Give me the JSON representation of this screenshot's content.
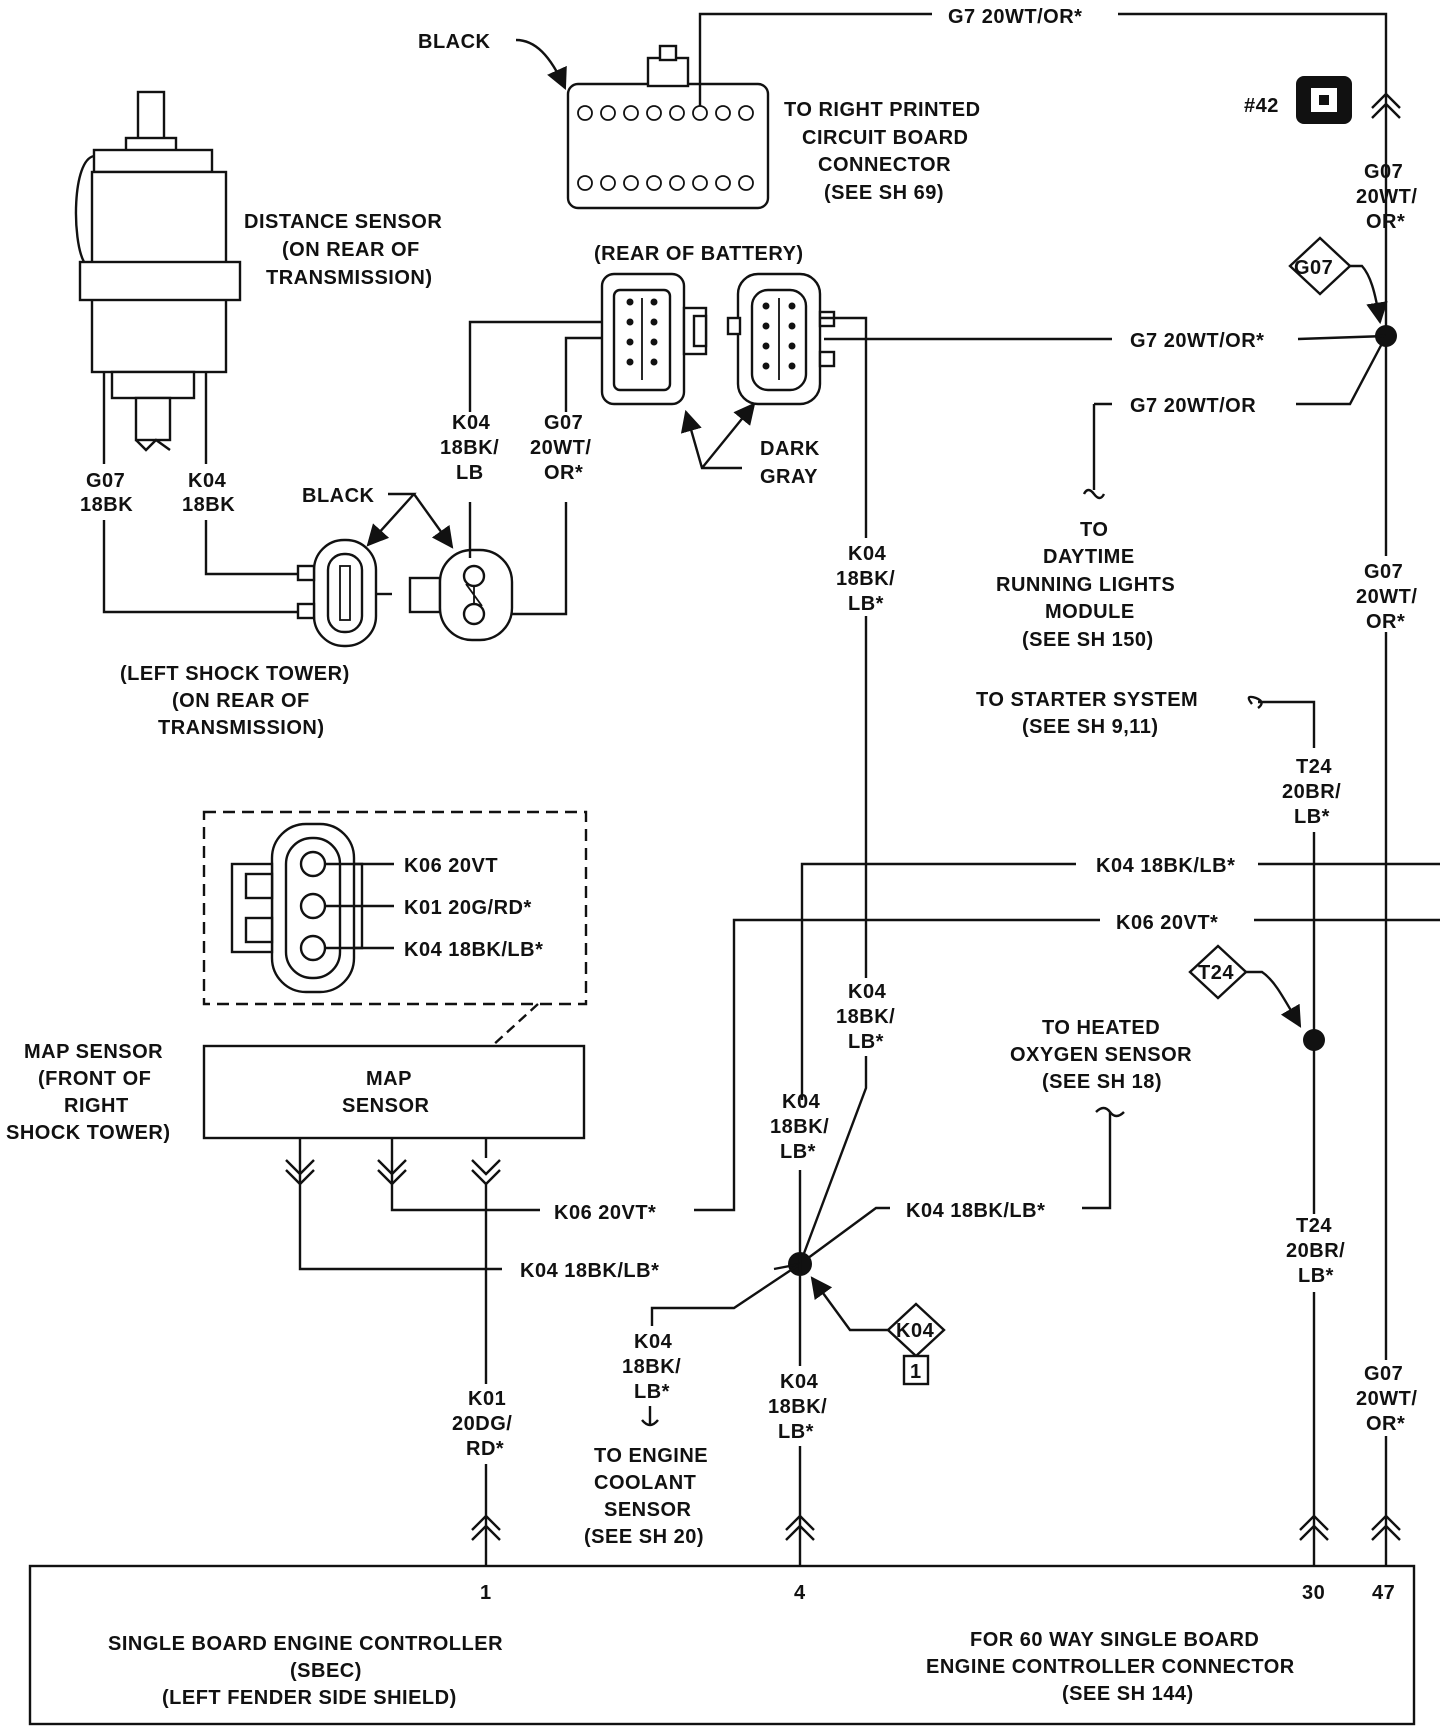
{
  "top_connector": {
    "color_label": "BLACK",
    "desc": [
      "TO RIGHT PRINTED",
      "CIRCUIT BOARD",
      "CONNECTOR",
      "(SEE SH 69)"
    ],
    "wire_top": "G7 20WT/OR*"
  },
  "splice_42": {
    "label": "#42"
  },
  "distance_sensor": {
    "desc": [
      "DISTANCE SENSOR",
      "(ON REAR OF",
      "TRANSMISSION)"
    ],
    "wire_g07": [
      "G07",
      "18BK"
    ],
    "wire_k04": [
      "K04",
      "18BK"
    ]
  },
  "battery_connectors": {
    "title": "(REAR OF BATTERY)",
    "color_label": [
      "DARK",
      "GRAY"
    ],
    "wire_k04": [
      "K04",
      "18BK/",
      "LB"
    ],
    "wire_g07": [
      "G07",
      "20WT/",
      "OR*"
    ]
  },
  "shock_tower_connectors": {
    "color_label": "BLACK",
    "desc": [
      "(LEFT SHOCK TOWER)",
      "(ON REAR OF",
      "TRANSMISSION)"
    ]
  },
  "right_column": {
    "g07_top": [
      "G07",
      "20WT/",
      "OR*"
    ],
    "g07_mid": [
      "G07",
      "20WT/",
      "OR*"
    ],
    "g07_bottom": [
      "G07",
      "20WT/",
      "OR*"
    ],
    "splice_g07": "G07",
    "wire_g7_a": "G7 20WT/OR*",
    "wire_g7_b": "G7 20WT/OR",
    "drl": [
      "TO",
      "DAYTIME",
      "RUNNING LIGHTS",
      "MODULE",
      "(SEE SH 150)"
    ]
  },
  "starter": {
    "desc": [
      "TO STARTER SYSTEM",
      "(SEE SH 9,11)"
    ],
    "t24_top": [
      "T24",
      "20BR/",
      "LB*"
    ],
    "t24_bottom": [
      "T24",
      "20BR/",
      "LB*"
    ],
    "splice_t24": "T24"
  },
  "k04_labels": {
    "mid_vertical": [
      "K04",
      "18BK/",
      "LB*"
    ],
    "lower_vertical": [
      "K04",
      "18BK/",
      "LB*"
    ],
    "splice_upper": [
      "K04",
      "18BK/",
      "LB*"
    ],
    "splice_lower": [
      "K04",
      "18BK/",
      "LB*"
    ],
    "horiz_top": "K04 18BK/LB*",
    "horiz_oxygen": "K04 18BK/LB*",
    "horiz_map": "K04 18BK/LB*",
    "ect": [
      "K04",
      "18BK/",
      "LB*"
    ]
  },
  "k06_labels": {
    "horiz_top": "K06 20VT*",
    "map": "K06 20VT*"
  },
  "oxygen": {
    "desc": [
      "TO HEATED",
      "OXYGEN SENSOR",
      "(SEE SH 18)"
    ]
  },
  "map_sensor": {
    "pins": [
      "K06 20VT",
      "K01 20G/RD*",
      "K04 18BK/LB*"
    ],
    "box_label": [
      "MAP",
      "SENSOR"
    ],
    "desc": [
      "MAP SENSOR",
      "(FRONT OF",
      "RIGHT",
      "SHOCK TOWER)"
    ],
    "k01": [
      "K01",
      "20DG/",
      "RD*"
    ]
  },
  "ect": {
    "desc": [
      "TO ENGINE",
      "COOLANT",
      "SENSOR",
      "(SEE SH 20)"
    ]
  },
  "splice_k04": {
    "label": "K04",
    "num": "1"
  },
  "sbec": {
    "pins": [
      "1",
      "4",
      "30",
      "47"
    ],
    "desc_left": [
      "SINGLE BOARD ENGINE CONTROLLER",
      "(SBEC)",
      "(LEFT FENDER SIDE SHIELD)"
    ],
    "desc_right": [
      "FOR 60 WAY SINGLE BOARD",
      "ENGINE CONTROLLER CONNECTOR",
      "(SEE SH 144)"
    ]
  }
}
